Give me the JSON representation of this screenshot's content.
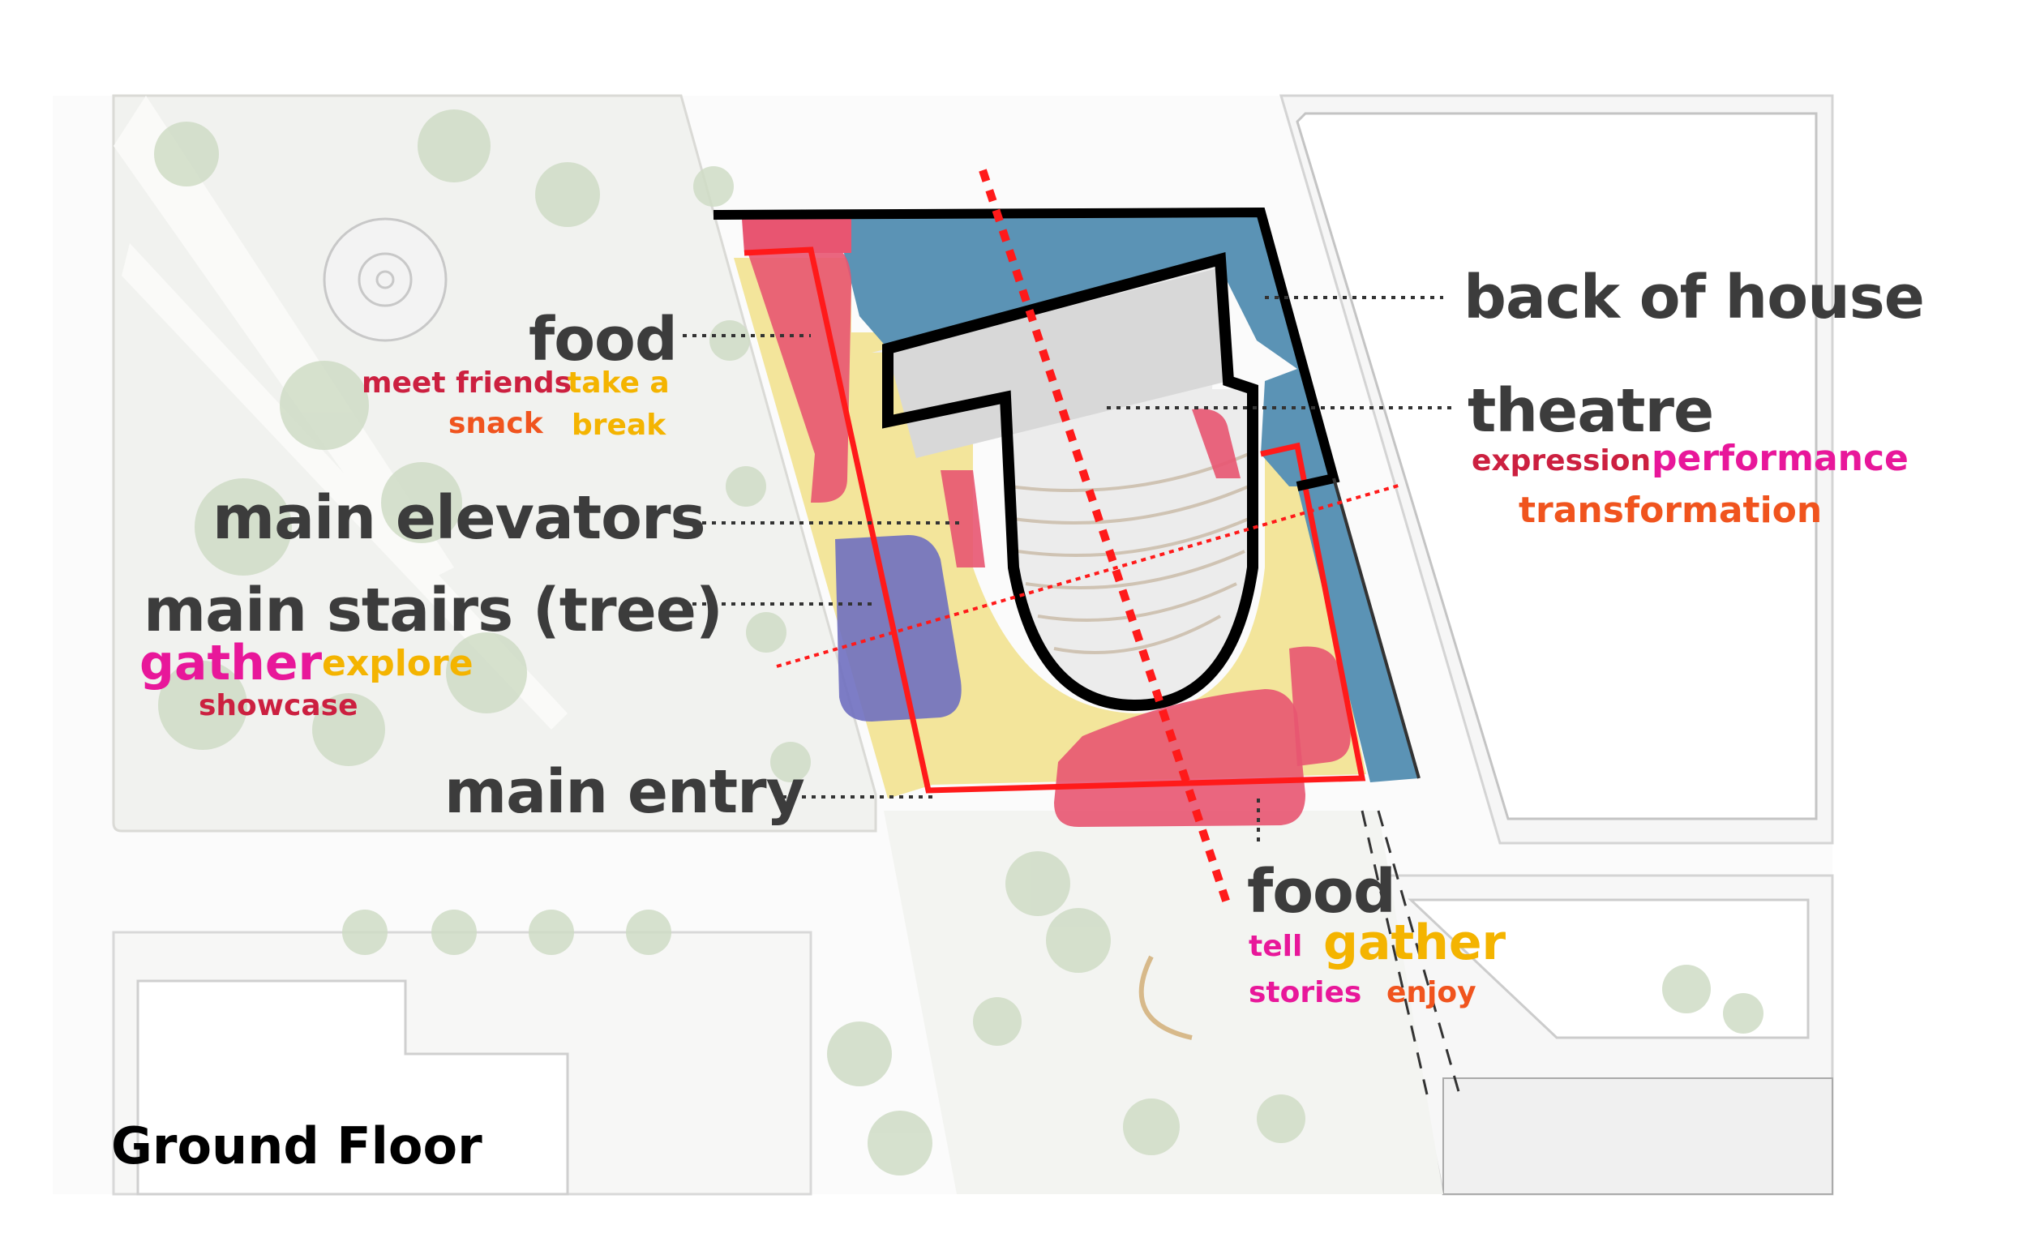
{
  "title": "Ground Floor",
  "colors": {
    "back_of_house": "#5b93b5",
    "food_zone": "#e85571",
    "stairs_zone": "#6f6fc0",
    "lobby": "#f3e59b",
    "outline_red": "#ff1a1a",
    "outline_black": "#000000",
    "label_dark": "#3c3c3c",
    "magenta": "#e8179a",
    "yellow": "#f4b400",
    "orange": "#f0541e",
    "crimson": "#cc2040"
  },
  "labels": {
    "food_top": "food",
    "main_elevators": "main elevators",
    "main_stairs": "main stairs (tree)",
    "main_entry": "main entry",
    "back_of_house": "back of house",
    "theatre": "theatre",
    "food_bottom": "food"
  },
  "keywords": {
    "food_top": {
      "meet_friends": "meet friends",
      "take_a": "take a",
      "snack": "snack",
      "break": "break"
    },
    "stairs": {
      "gather": "gather",
      "explore": "explore",
      "showcase": "showcase"
    },
    "theatre": {
      "expression": "expression",
      "performance": "performance",
      "transformation": "transformation"
    },
    "food_bottom": {
      "tell": "tell",
      "gather": "gather",
      "stories": "stories",
      "enjoy": "enjoy"
    }
  }
}
